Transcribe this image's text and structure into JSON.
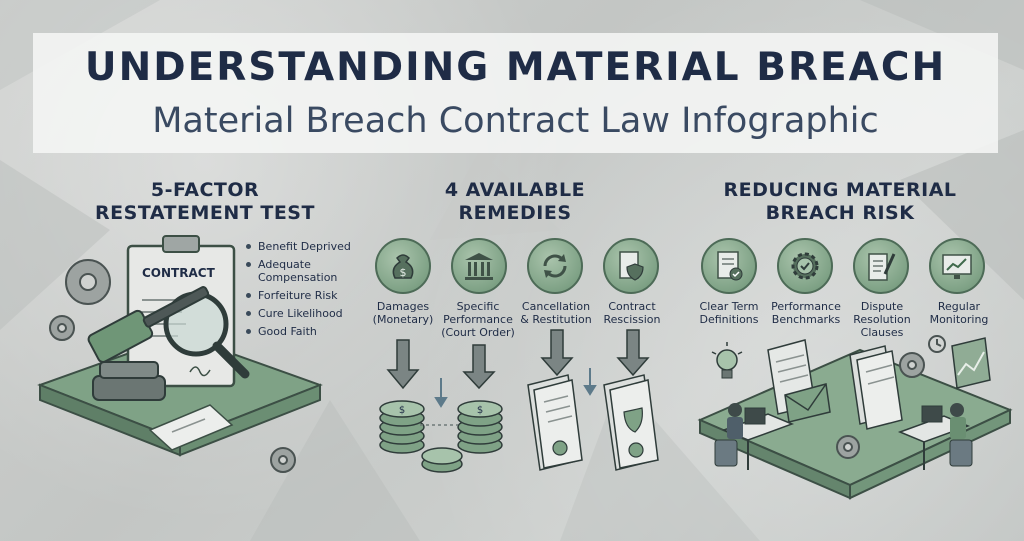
{
  "title": "UNDERSTANDING MATERIAL BREACH",
  "subtitle": "Material Breach Contract Law Infographic",
  "left": {
    "heading_line1": "5-FACTOR",
    "heading_line2": "RESTATEMENT TEST",
    "clipboard_label": "CONTRACT",
    "factors": [
      "Benefit Deprived",
      "Adequate Compensation",
      "Forfeiture Risk",
      "Cure Likelihood",
      "Good Faith"
    ]
  },
  "middle": {
    "heading_line1": "4 AVAILABLE",
    "heading_line2": "REMEDIES",
    "remedies": [
      {
        "line1": "Damages",
        "line2": "(Monetary)",
        "icon": "money-bag-icon"
      },
      {
        "line1": "Specific",
        "line2": "Performance",
        "line3": "(Court Order)",
        "icon": "courthouse-icon"
      },
      {
        "line1": "Cancellation",
        "line2": "& Restitution",
        "icon": "cycle-arrows-icon"
      },
      {
        "line1": "Contract",
        "line2": "Rescission",
        "icon": "document-shield-icon"
      }
    ]
  },
  "right": {
    "heading_line1": "REDUCING MATERIAL",
    "heading_line2": "BREACH RISK",
    "measures": [
      {
        "line1": "Clear Term",
        "line2": "Definitions",
        "icon": "document-check-icon"
      },
      {
        "line1": "Performance",
        "line2": "Benchmarks",
        "icon": "gear-check-icon"
      },
      {
        "line1": "Dispute",
        "line2": "Resolution",
        "line3": "Clauses",
        "icon": "clipboard-pen-icon"
      },
      {
        "line1": "Regular",
        "line2": "Monitoring",
        "icon": "monitor-chart-icon"
      }
    ]
  },
  "colors": {
    "navy": "#1f2c46",
    "sage": "#7fa286",
    "dark_sage": "#4d6b57",
    "concrete": "#c8cbc9"
  }
}
